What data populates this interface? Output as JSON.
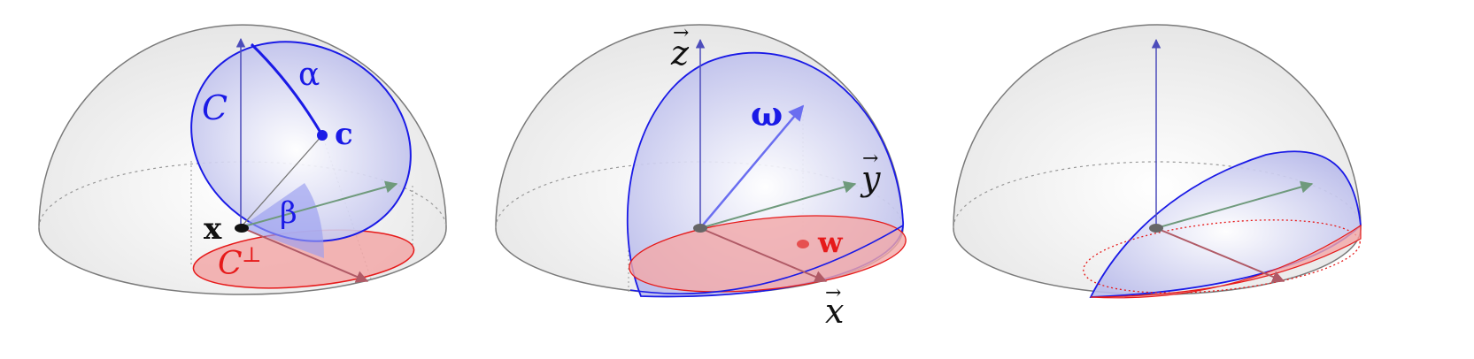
{
  "colors": {
    "hemisphere_stroke": "#7a7a7a",
    "hemisphere_fill": "#eeeeee",
    "cap_stroke": "#1a1ae6",
    "cap_fill": "#c7c9f0",
    "perp_stroke": "#e61a1a",
    "perp_fill": "#f2a8a8",
    "axis_x": "#b05a66",
    "axis_y": "#6f9a7c",
    "axis_z": "#4d4dbb",
    "dotted": "#999999",
    "beta_fill": "#9a9ef0"
  },
  "panels": [
    {
      "labels": {
        "cap": "C",
        "alpha": "α",
        "center": "c",
        "point": "x",
        "beta": "β",
        "perp": "C",
        "perp_sup": "⊥"
      }
    },
    {
      "labels": {
        "z": "z",
        "y": "y",
        "x": "x",
        "omega": "ω",
        "w": "w",
        "arrow": "→"
      }
    },
    {
      "labels": {}
    }
  ]
}
